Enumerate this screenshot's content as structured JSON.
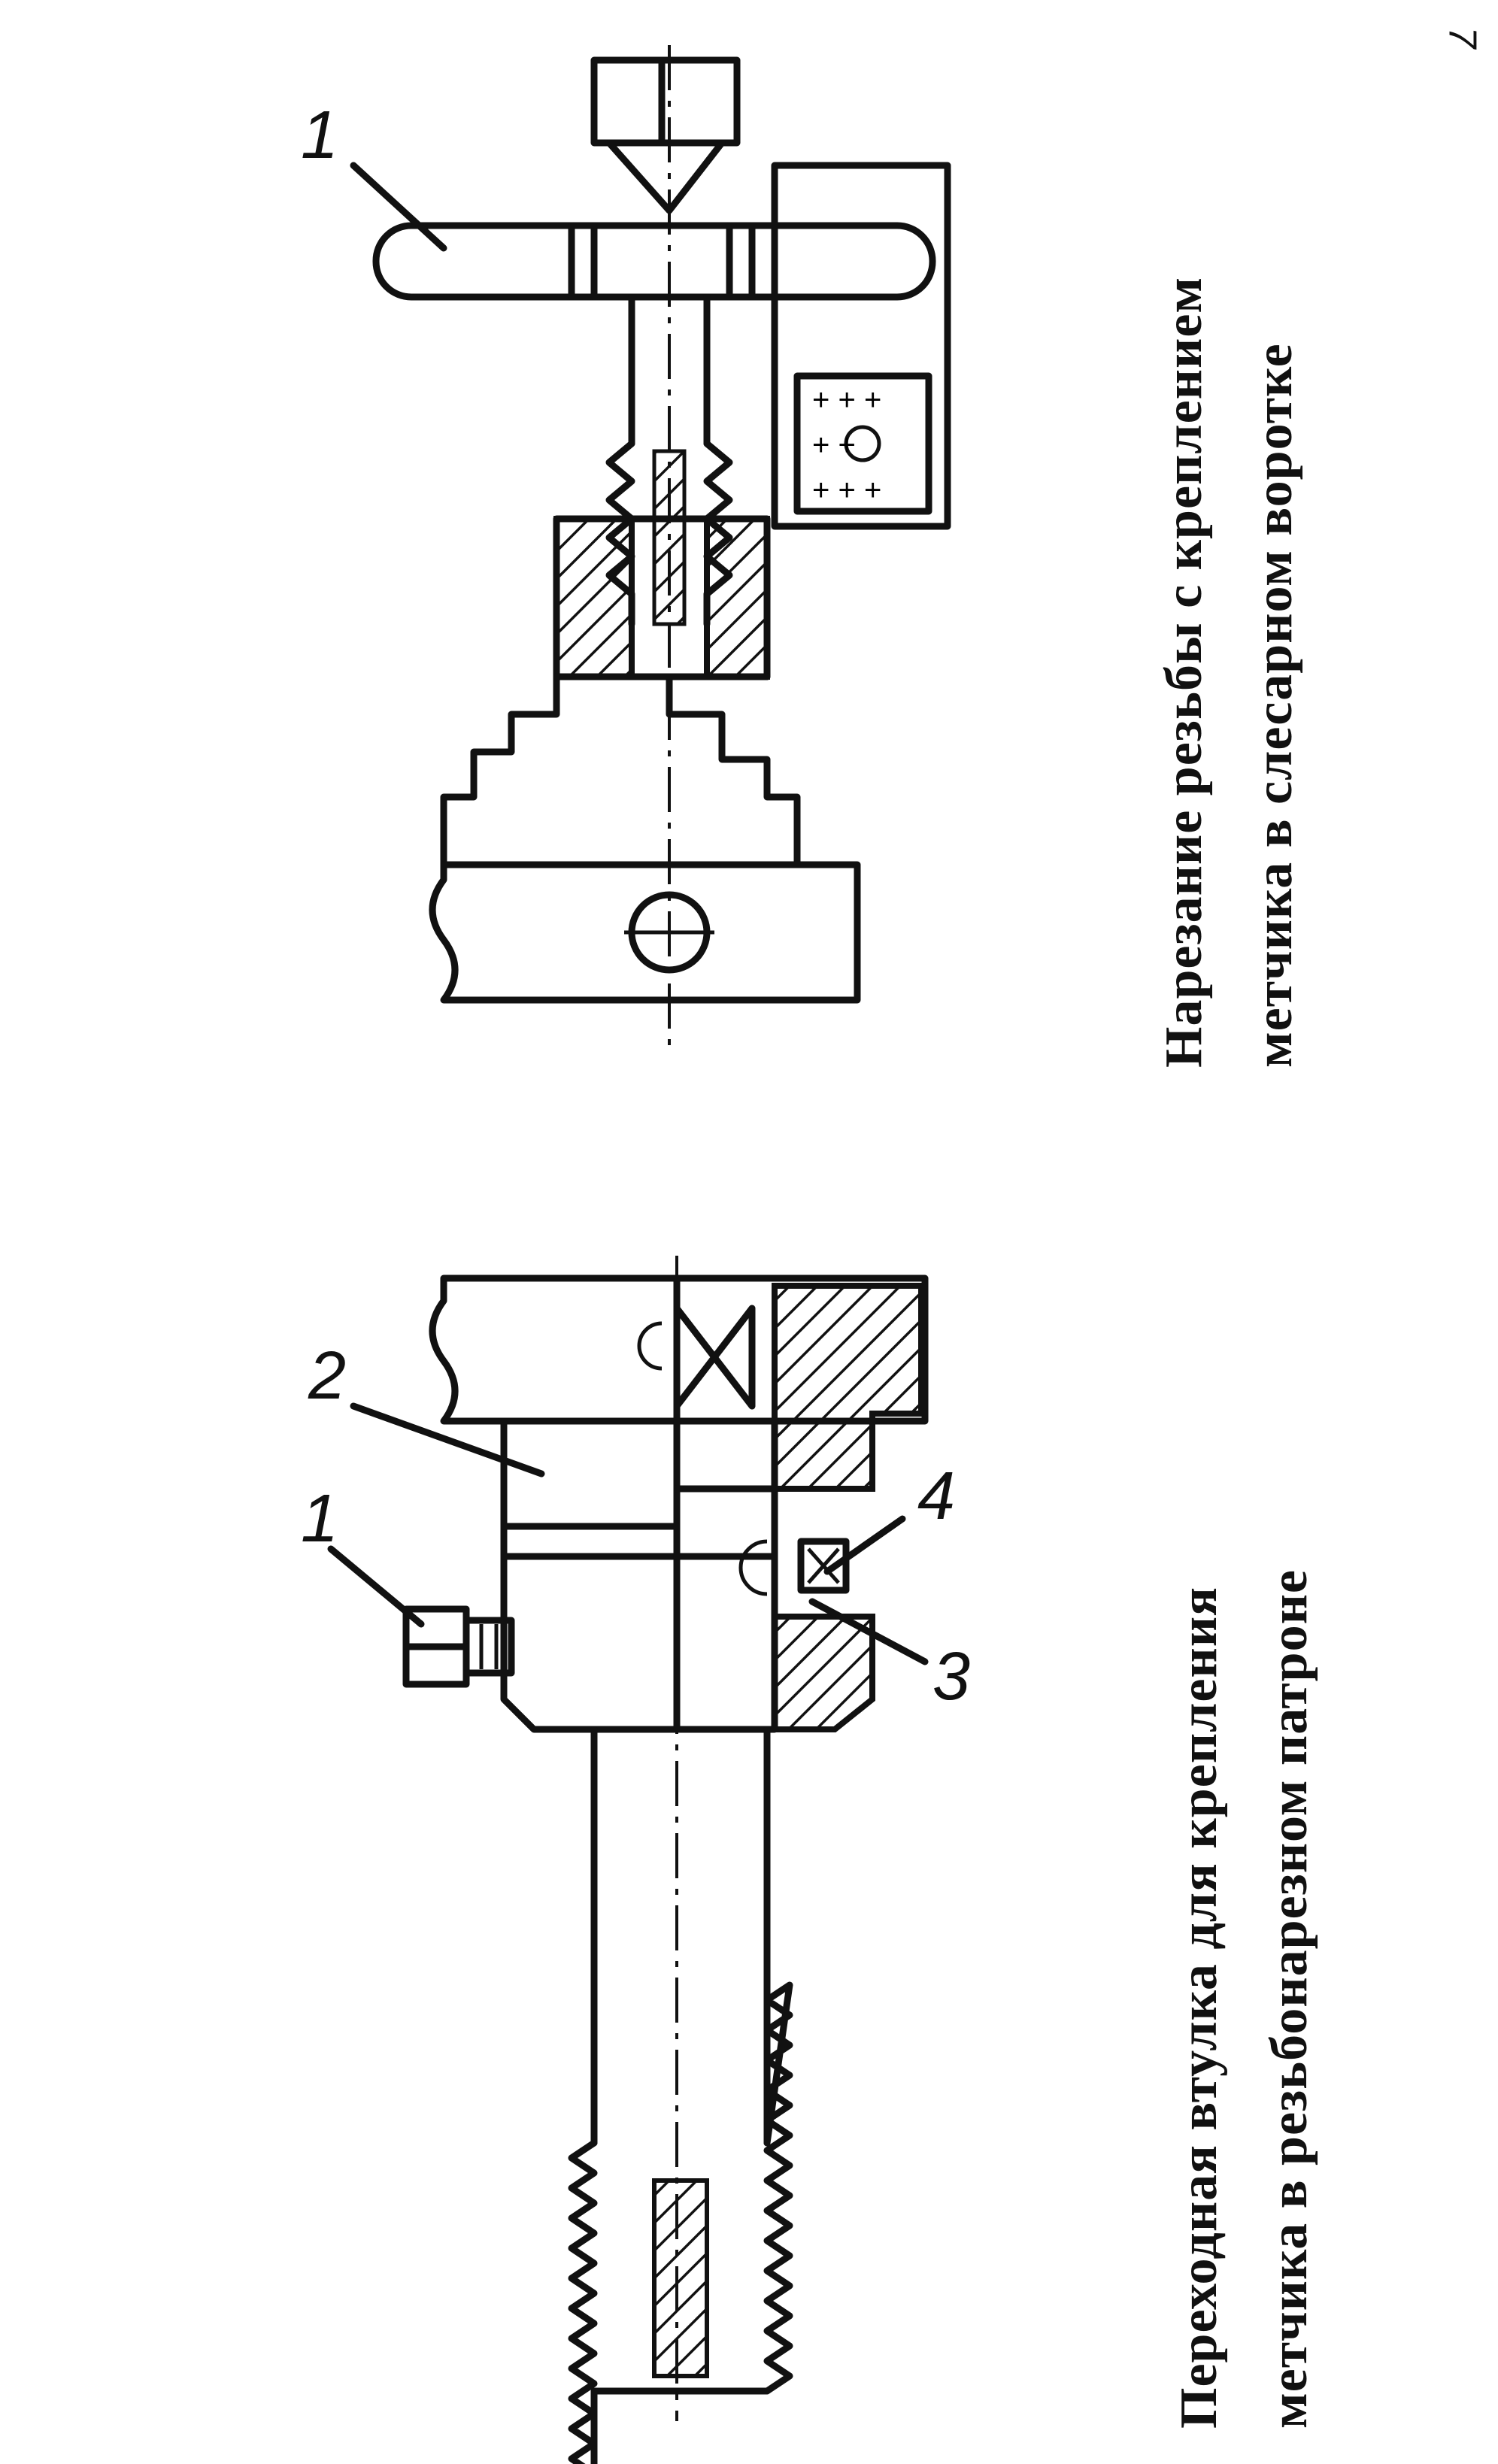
{
  "page_number": "7",
  "figure_left": {
    "caption_line1": "Переходная втулка для крепления",
    "caption_line2": "метчика  в резьбонарезном патроне",
    "labels": [
      "1",
      "2",
      "3",
      "4"
    ]
  },
  "figure_right": {
    "caption_line1": "Нарезание резьбы с креплением",
    "caption_line2": "метчика в слесарном воротке",
    "labels": [
      "1"
    ]
  }
}
